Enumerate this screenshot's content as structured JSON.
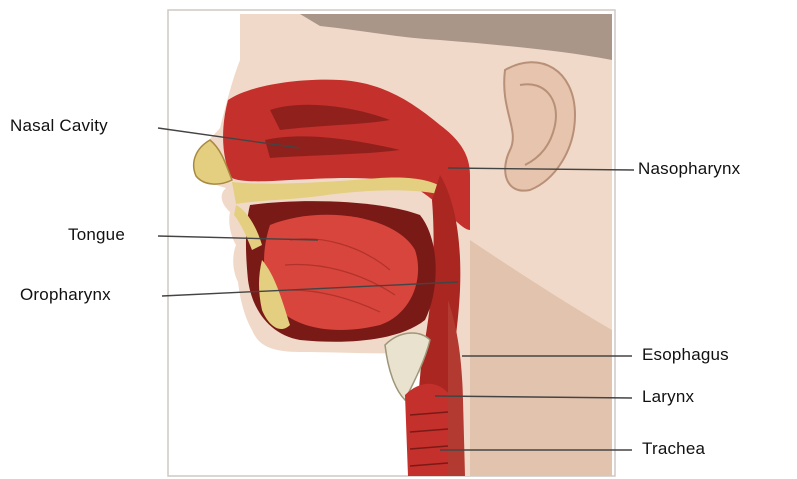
{
  "labels": {
    "nasal_cavity": "Nasal Cavity",
    "tongue": "Tongue",
    "oropharynx": "Oropharynx",
    "nasopharynx": "Nasopharynx",
    "esophagus": "Esophagus",
    "larynx": "Larynx",
    "trachea": "Trachea"
  },
  "colors": {
    "skin": "#f1d9c9",
    "skin_shadow": "#d9b59c",
    "hair": "#9c8a7d",
    "tissue": "#c4302c",
    "tissue_dark": "#7a1a16",
    "tongue": "#d8453d",
    "bone": "#e3cf7f",
    "leader": "#444444"
  }
}
